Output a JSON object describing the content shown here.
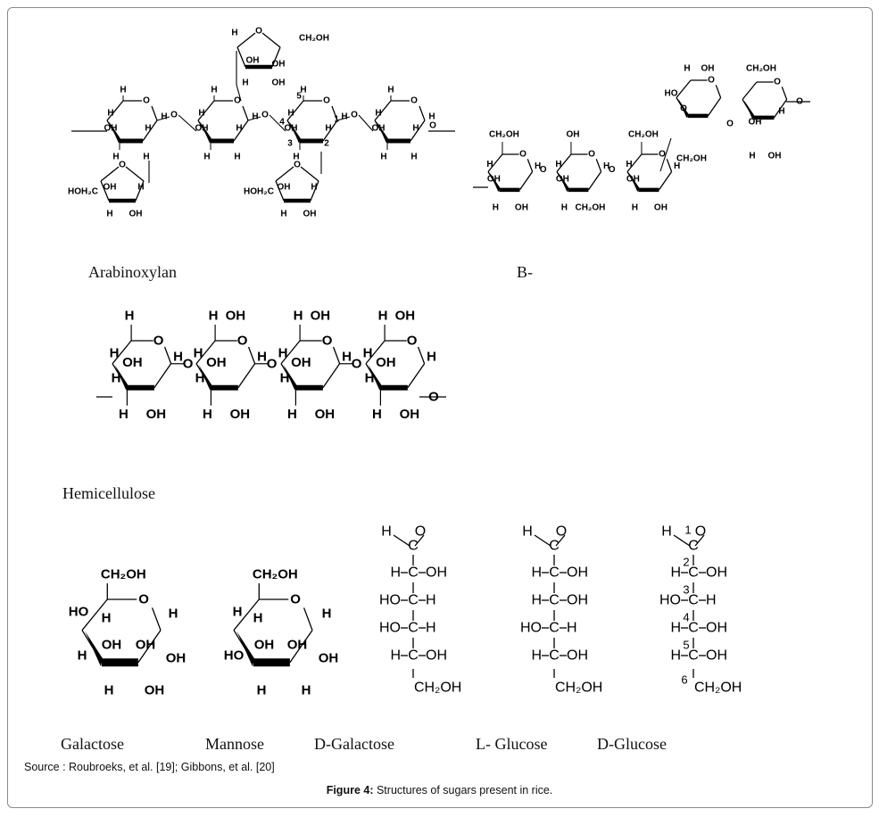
{
  "labels": {
    "arabinoxylan": "Arabinoxylan",
    "b_glucan": "B-",
    "hemicellulose": "Hemicellulose",
    "galactose": "Galactose",
    "mannose": "Mannose",
    "d_galactose": "D-Galactose",
    "l_glucose": "L- Glucose",
    "d_glucose": "D-Glucose"
  },
  "source": "Source : Roubroeks, et al. [19]; Gibbons, et al. [20]",
  "caption": {
    "prefix": "Figure 4:",
    "text": " Structures of sugars present in rice."
  },
  "atoms": {
    "O": "O",
    "H": "H",
    "OH": "OH",
    "HO": "HO",
    "CH2OH": "CH₂OH",
    "HOH2C": "HOH₂C",
    "C": "C",
    "CH2OH_f": "CH₂OH"
  },
  "numbers": [
    "1",
    "2",
    "3",
    "4",
    "5",
    "6"
  ]
}
